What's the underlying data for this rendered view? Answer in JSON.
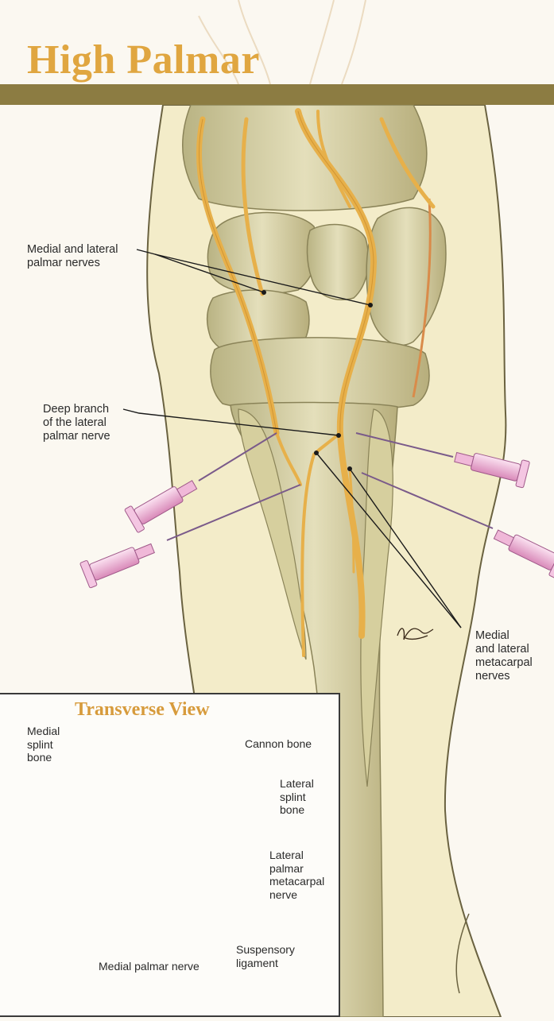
{
  "page": {
    "title": "High Palmar"
  },
  "labels": {
    "palmar_nerves": "Medial and lateral\npalmar nerves",
    "deep_branch": "Deep branch\nof the lateral\npalmar nerve",
    "metacarpal_nerves": "Medial\nand lateral\nmetacarpal\nnerves"
  },
  "inset": {
    "title": "Transverse View",
    "labels": {
      "medial_splint": "Medial\nsplint\nbone",
      "cannon": "Cannon bone",
      "lateral_splint": "Lateral\nsplint\nbone",
      "lateral_palmar_metacarpal": "Lateral\npalmar\nmetacarpal\nnerve",
      "suspensory": "Suspensory\nligament",
      "medial_palmar": "Medial palmar nerve"
    }
  },
  "colors": {
    "title": "#e0a640",
    "band": "#8c7c42",
    "bone": "#d9d2a6",
    "nerve": "#e7b04a",
    "needle_hub": "#f1bcdc"
  }
}
